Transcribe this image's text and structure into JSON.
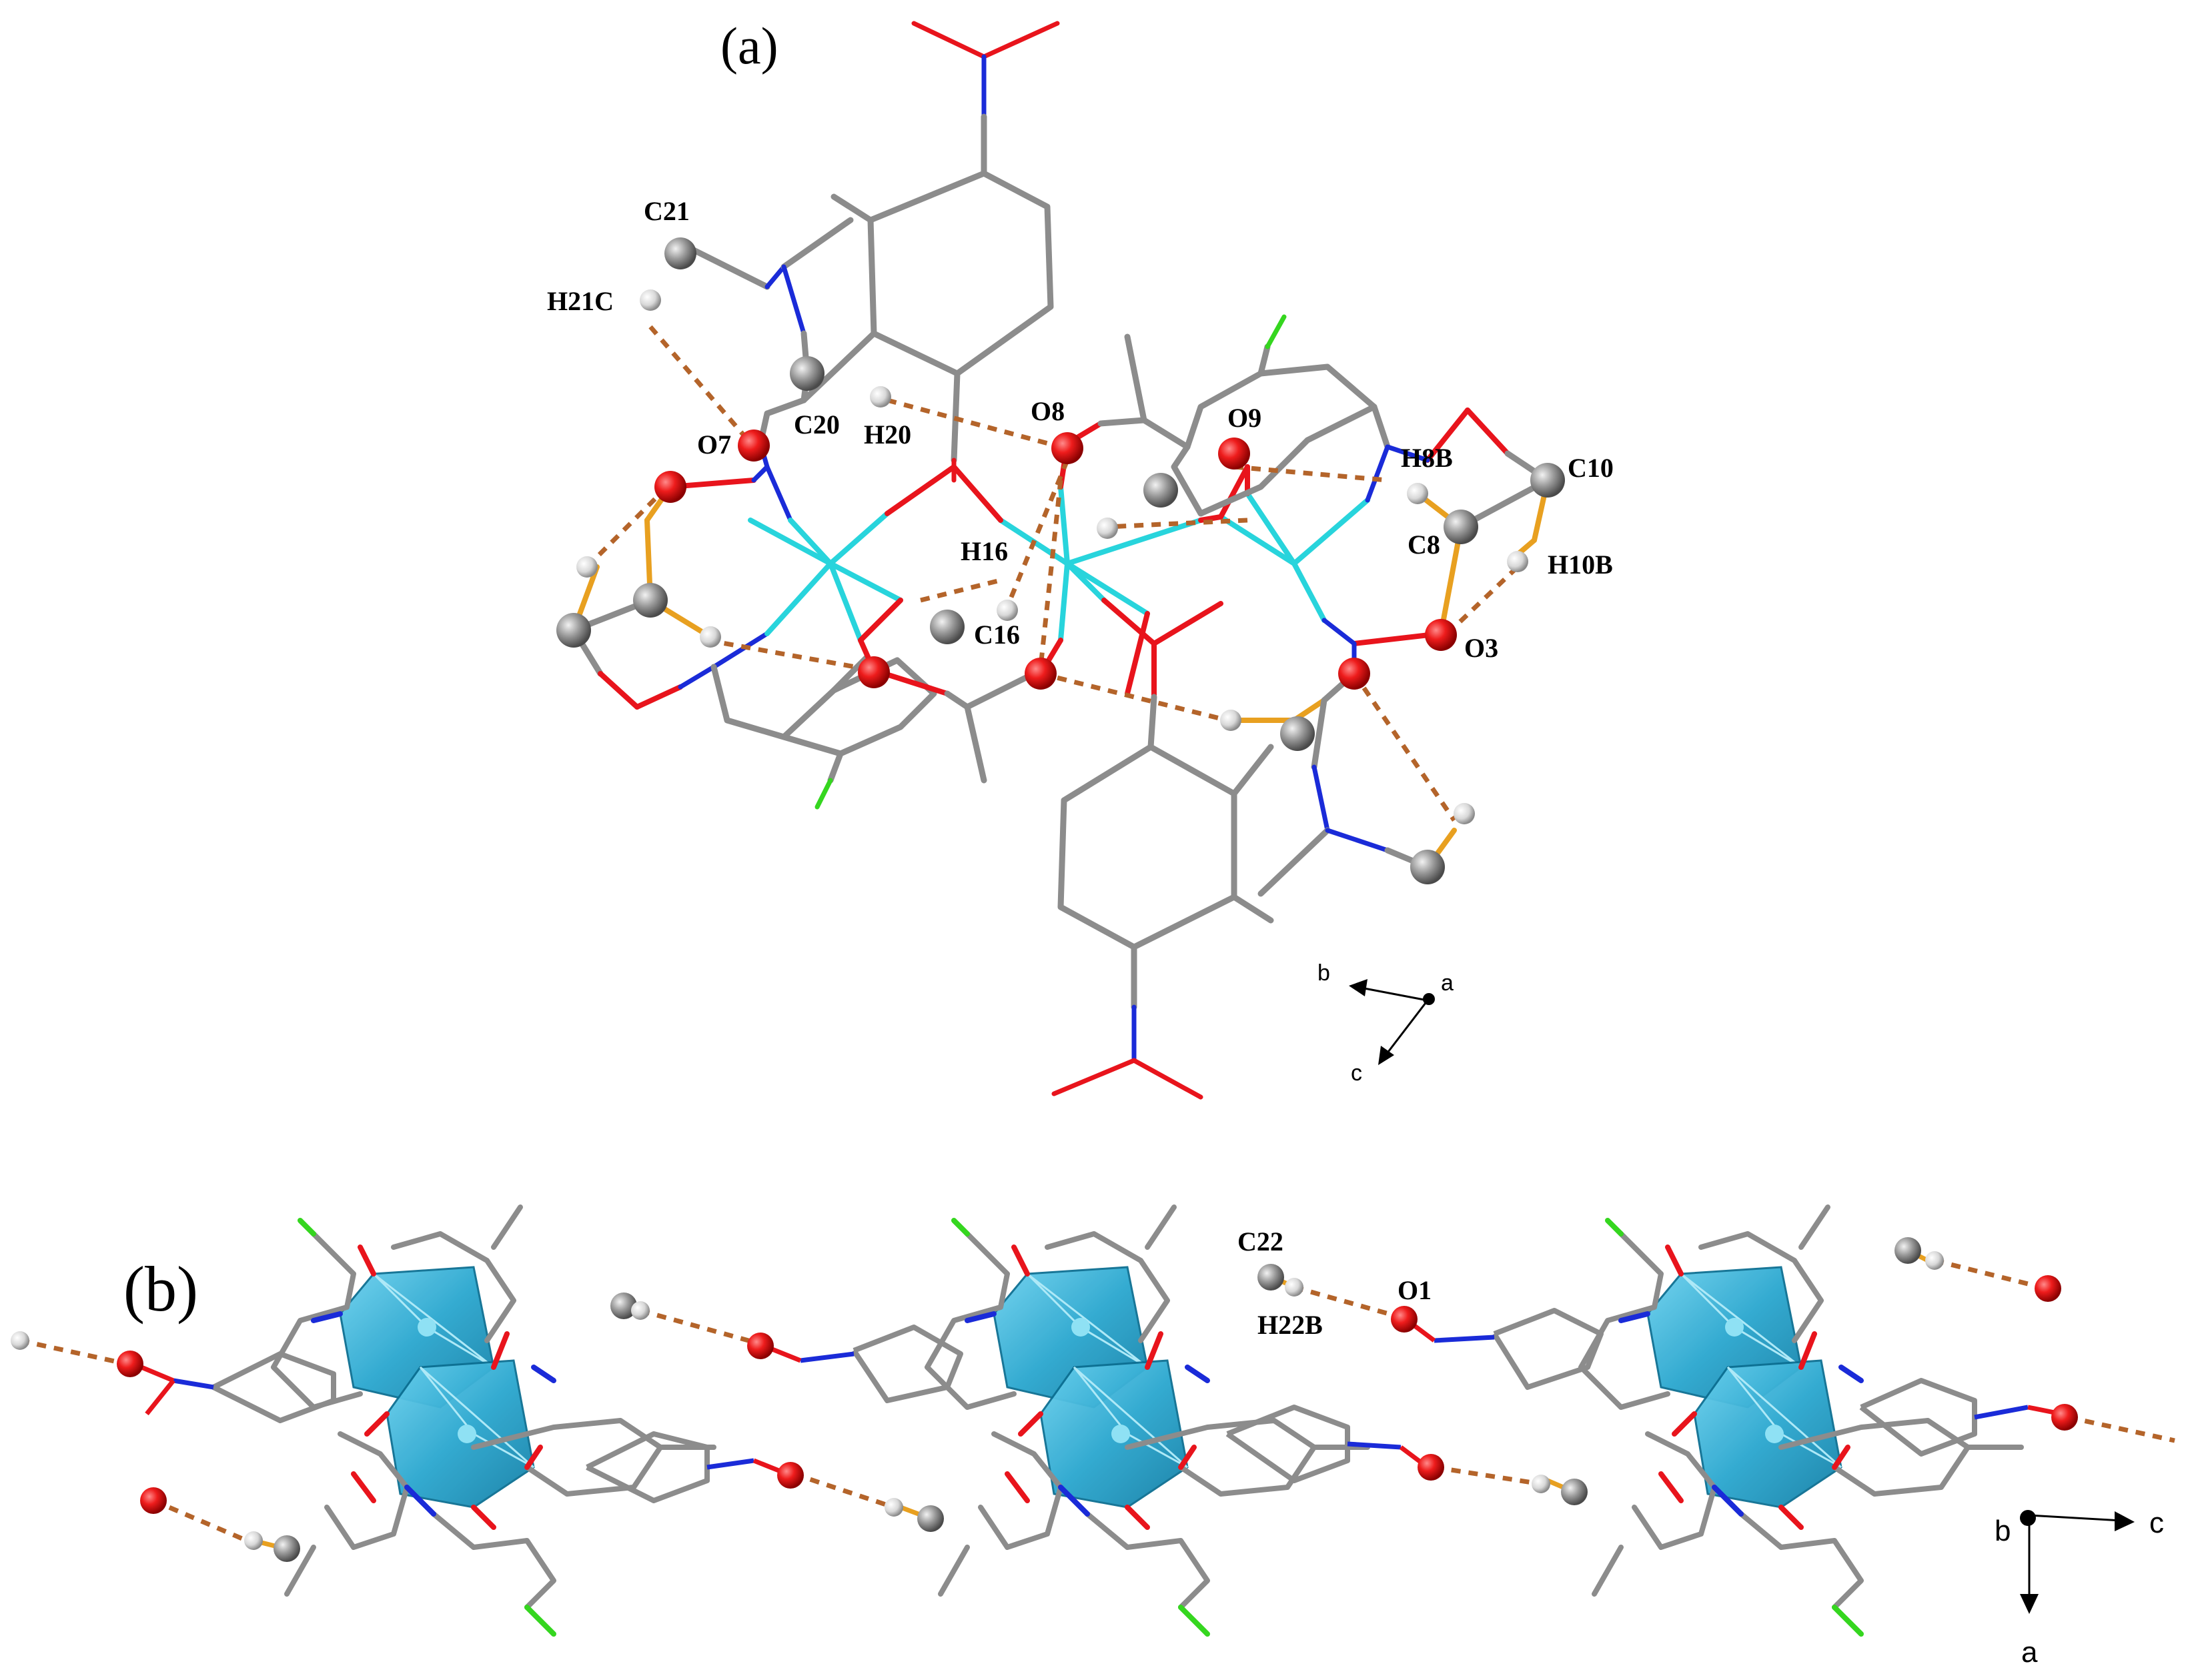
{
  "panel_a": {
    "label": "(a)",
    "atom_labels": {
      "C21": "C21",
      "H21C": "H21C",
      "O7": "O7",
      "C20": "C20",
      "H20": "H20",
      "O8": "O8",
      "O9": "O9",
      "H8B": "H8B",
      "C10": "C10",
      "C8": "C8",
      "H10B": "H10B",
      "H16": "H16",
      "C16": "C16",
      "O3": "O3"
    },
    "axes": {
      "b": "b",
      "a": "a",
      "c": "c"
    }
  },
  "panel_b": {
    "label": "(b)",
    "atom_labels": {
      "C22": "C22",
      "O1": "O1",
      "H22B": "H22B"
    },
    "axes": {
      "b": "b",
      "c": "c",
      "a": "a"
    }
  },
  "colors": {
    "carbon_bond": "#8c8c8c",
    "oxygen": "#e8141c",
    "nitrogen": "#1a2bd8",
    "metal_bond": "#28d4dc",
    "chlorine": "#35d61f",
    "h_bond_dash": "#b4642a",
    "highlight_bond": "#e8a020",
    "hydrogen": "#e6e6e6",
    "polyhedron": "#29a9d0"
  }
}
